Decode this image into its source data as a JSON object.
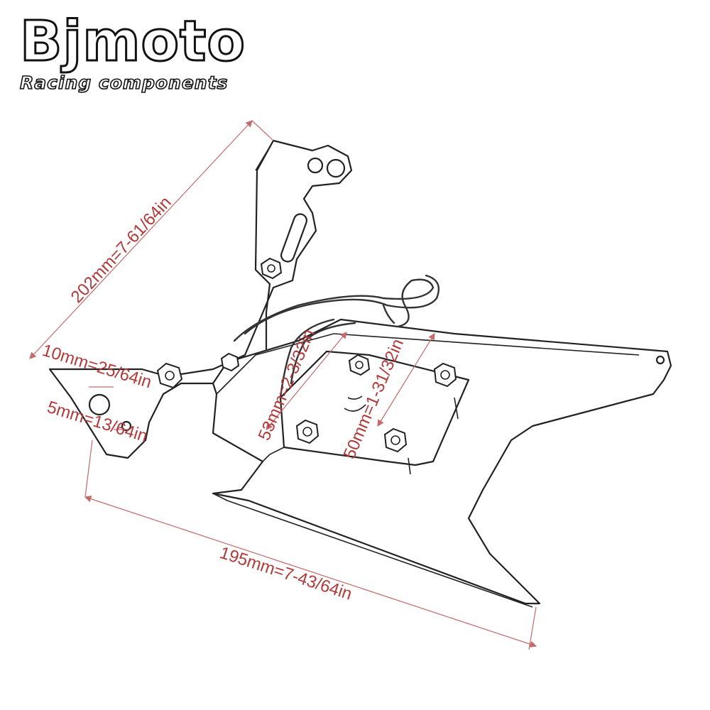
{
  "brand": {
    "name": "Bjmoto",
    "tagline": "Racing components"
  },
  "dimensions": {
    "height": "202mm=7-61/64in",
    "hole_diameter": "10mm=25/64in",
    "small_hole": "5mm=13/64in",
    "plate_spacing": "53mm=2-3/32in",
    "bolt_spacing": "50mm=1-31/32in",
    "width": "195mm=7-43/64in"
  }
}
